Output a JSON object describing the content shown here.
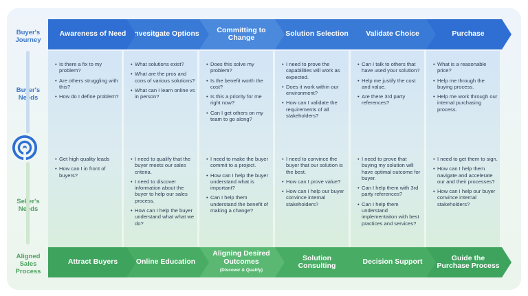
{
  "row_labels": {
    "journey": "Buyer's Journey",
    "buyer_needs": "Buyer's Needs",
    "seller_needs": "Seller's Needs",
    "process": "Aligned Sales Process"
  },
  "colors": {
    "journey_chevrons": [
      "#2f6fd3",
      "#3a7ad7",
      "#4a89dc",
      "#3a7ad7",
      "#3a7ad7",
      "#2f6fd3"
    ],
    "process_chevrons": [
      "#3da35d",
      "#48ac64",
      "#5ab873",
      "#48ac64",
      "#48ac64",
      "#3da35d"
    ],
    "logo": "#2f6fd3"
  },
  "journey": [
    {
      "label": "Awareness of Need"
    },
    {
      "label": "Invesitgate Options"
    },
    {
      "label": "Committing to Change"
    },
    {
      "label": "Solution Selection"
    },
    {
      "label": "Validate Choice"
    },
    {
      "label": "Purchase"
    }
  ],
  "buyer_needs": [
    [
      "Is there a fix to my problem?",
      "Are others struggling with this?",
      "How do I define problem?"
    ],
    [
      "What solutions exist?",
      "What are the pros and cons of various solutions?",
      "What can I learn online vs in person?"
    ],
    [
      "Does this solve my problem?",
      "Is the benefit worth the cost?",
      "Is this a priority for me right now?",
      "Can I get others on my team to go along?"
    ],
    [
      "I need to prove the capabilities will work as expected.",
      "Does it work within our environment?",
      "How can I validate the requirements of all stakeholders?"
    ],
    [
      "Can I talk to others that have used your solution?",
      "Help me justify the cost and value.",
      "Are there 3rd party references?"
    ],
    [
      "What is a reasonable price?",
      "Help me through the buying process.",
      "Help me work through our internal purchasing process."
    ]
  ],
  "seller_needs": [
    [
      "Get high quality leads",
      "How can I in front of buyers?"
    ],
    [
      "I need to qualify that the buyer meets our sales criteria.",
      "I need to discover information about the buyer to help our sales process.",
      "How can I help the buyer understand what what we do?"
    ],
    [
      "I need to make the buyer commit to a project.",
      "How can I help the buyer understand what is important?",
      "Can I help them understand the benefit of making a change?"
    ],
    [
      "I need to convince the buyer that our solution is the best.",
      "How can I prove value?",
      "How can I help our buyer convince internal stakeholders?"
    ],
    [
      "I need to prove that buying my solution will have optimal outcome for buyer.",
      "Can I help them with 3rd party references?",
      "Can I help them understand implementaiton with best practices and services?"
    ],
    [
      "I need to get them to sign.",
      "How can I help them navigate and accelerate our and their processes?",
      "How can I help our buyer convince internal stakeholders?"
    ]
  ],
  "process": [
    {
      "label": "Attract Buyers"
    },
    {
      "label": "Online Education"
    },
    {
      "label": "Aligning Desired Outcomes",
      "sub": "(Discover & Qualify)"
    },
    {
      "label": "Solution Consulting"
    },
    {
      "label": "Decision Support"
    },
    {
      "label": "Guide the Purchase Process"
    }
  ]
}
